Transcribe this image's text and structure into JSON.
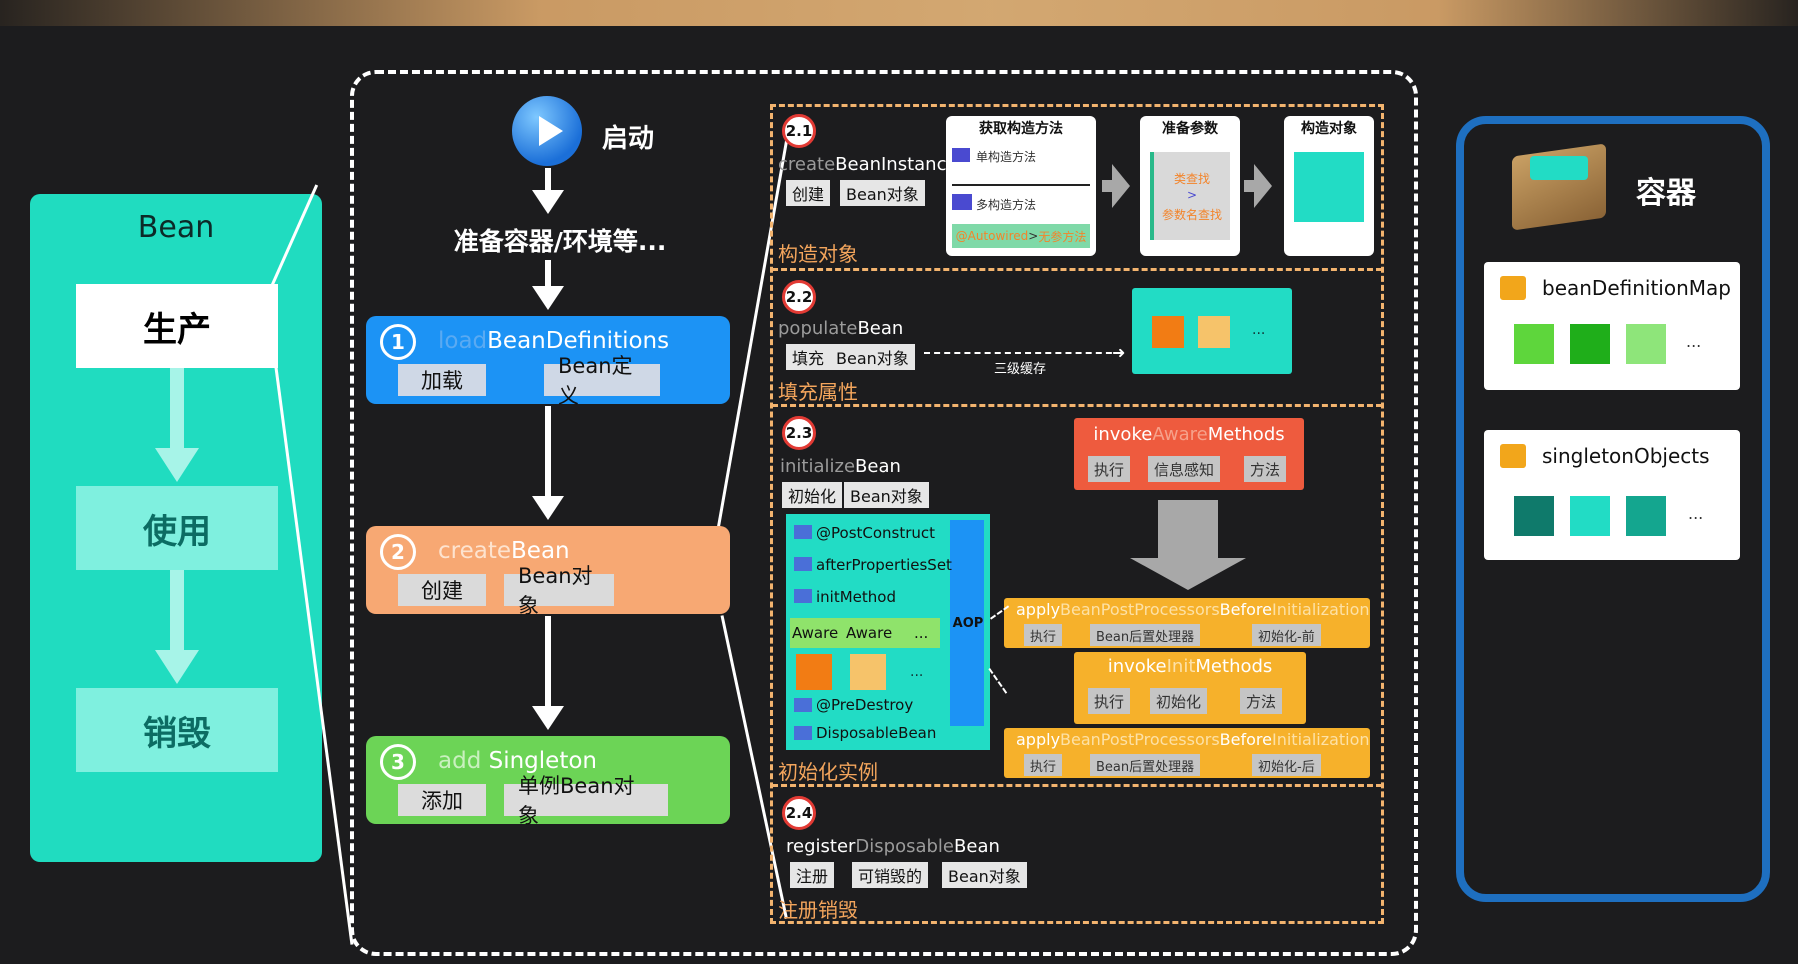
{
  "bean": {
    "title": "Bean",
    "phases": [
      "生产",
      "使用",
      "销毁"
    ]
  },
  "flow": {
    "start": "启动",
    "prepare": "准备容器/环境等...",
    "steps": [
      {
        "num": "1",
        "title_prefix": "load",
        "title_main": "BeanDefinitions",
        "tags": [
          "加载",
          "Bean定义"
        ]
      },
      {
        "num": "2",
        "title_prefix": "create",
        "title_main": "Bean",
        "tags": [
          "创建",
          "Bean对象"
        ]
      },
      {
        "num": "3",
        "title_prefix": "add",
        "title_main": " Singleton",
        "tags": [
          "添加",
          "单例Bean对象"
        ]
      }
    ]
  },
  "create_bean": {
    "s21": {
      "num": "2.1",
      "method_prefix": "create",
      "method_main": "BeanInstance",
      "tags": [
        "创建",
        "Bean对象"
      ],
      "category": "构造对象",
      "card1": {
        "title": "获取构造方法",
        "item1": "单构造方法",
        "item2": "多构造方法",
        "note_a": "@Autowired",
        "note_sep": " > ",
        "note_b": "无参方法"
      },
      "card2": {
        "title": "准备参数",
        "line1": "类查找",
        "line2": ">",
        "line3": "参数名查找"
      },
      "card3": {
        "title": "构造对象"
      }
    },
    "s22": {
      "num": "2.2",
      "method_prefix": "populate",
      "method_main": "Bean",
      "tags": [
        "填充",
        "Bean对象"
      ],
      "category": "填充属性",
      "cache_label": "三级缓存",
      "ellipsis": "..."
    },
    "s23": {
      "num": "2.3",
      "method_prefix": "initialize",
      "method_main": "Bean",
      "tags": [
        "初始化",
        "Bean对象"
      ],
      "category": "初始化实例",
      "hooks": [
        "@PostConstruct",
        "afterPropertiesSet",
        "initMethod"
      ],
      "aware": [
        "Aware",
        "Aware",
        "..."
      ],
      "destroy_hooks": [
        "@PreDestroy",
        "DisposableBean"
      ],
      "ellipsis": "...",
      "aop": "AOP",
      "aware_methods": {
        "p1": "invoke",
        "p2": "Aware",
        "p3": "Methods",
        "tags": [
          "执行",
          "信息感知",
          "方法"
        ]
      },
      "before": {
        "p1": "apply",
        "p2": "BeanPostProcessors",
        "p3": "Before",
        "p4": "Initialization",
        "tags": [
          "执行",
          "Bean后置处理器",
          "初始化-前"
        ]
      },
      "init_methods": {
        "p1": "invoke",
        "p2": "Init",
        "p3": "Methods",
        "tags": [
          "执行",
          "初始化",
          "方法"
        ]
      },
      "after": {
        "p1": "apply",
        "p2": "BeanPostProcessors",
        "p3": "Before",
        "p4": "Initialization",
        "tags": [
          "执行",
          "Bean后置处理器",
          "初始化-后"
        ]
      }
    },
    "s24": {
      "num": "2.4",
      "method_prefix": "register",
      "method_mid": "Disposable",
      "method_main": "Bean",
      "tags": [
        "注册",
        "可销毁的",
        "Bean对象"
      ],
      "category": "注册销毁"
    }
  },
  "container": {
    "title": "容器",
    "maps": [
      {
        "label": "beanDefinitionMap",
        "ellipsis": "...",
        "colors": [
          "#5ed63c",
          "#1fae1a",
          "#8ee57a"
        ]
      },
      {
        "label": "singletonObjects",
        "ellipsis": "...",
        "colors": [
          "#0f7a6b",
          "#22dcc5",
          "#14a68f"
        ]
      }
    ]
  },
  "colors": {
    "accent_teal": "#20dcc0",
    "blue": "#1c93f5",
    "orange": "#f7a873",
    "green": "#6cd456",
    "container_border": "#1e6fc0"
  }
}
